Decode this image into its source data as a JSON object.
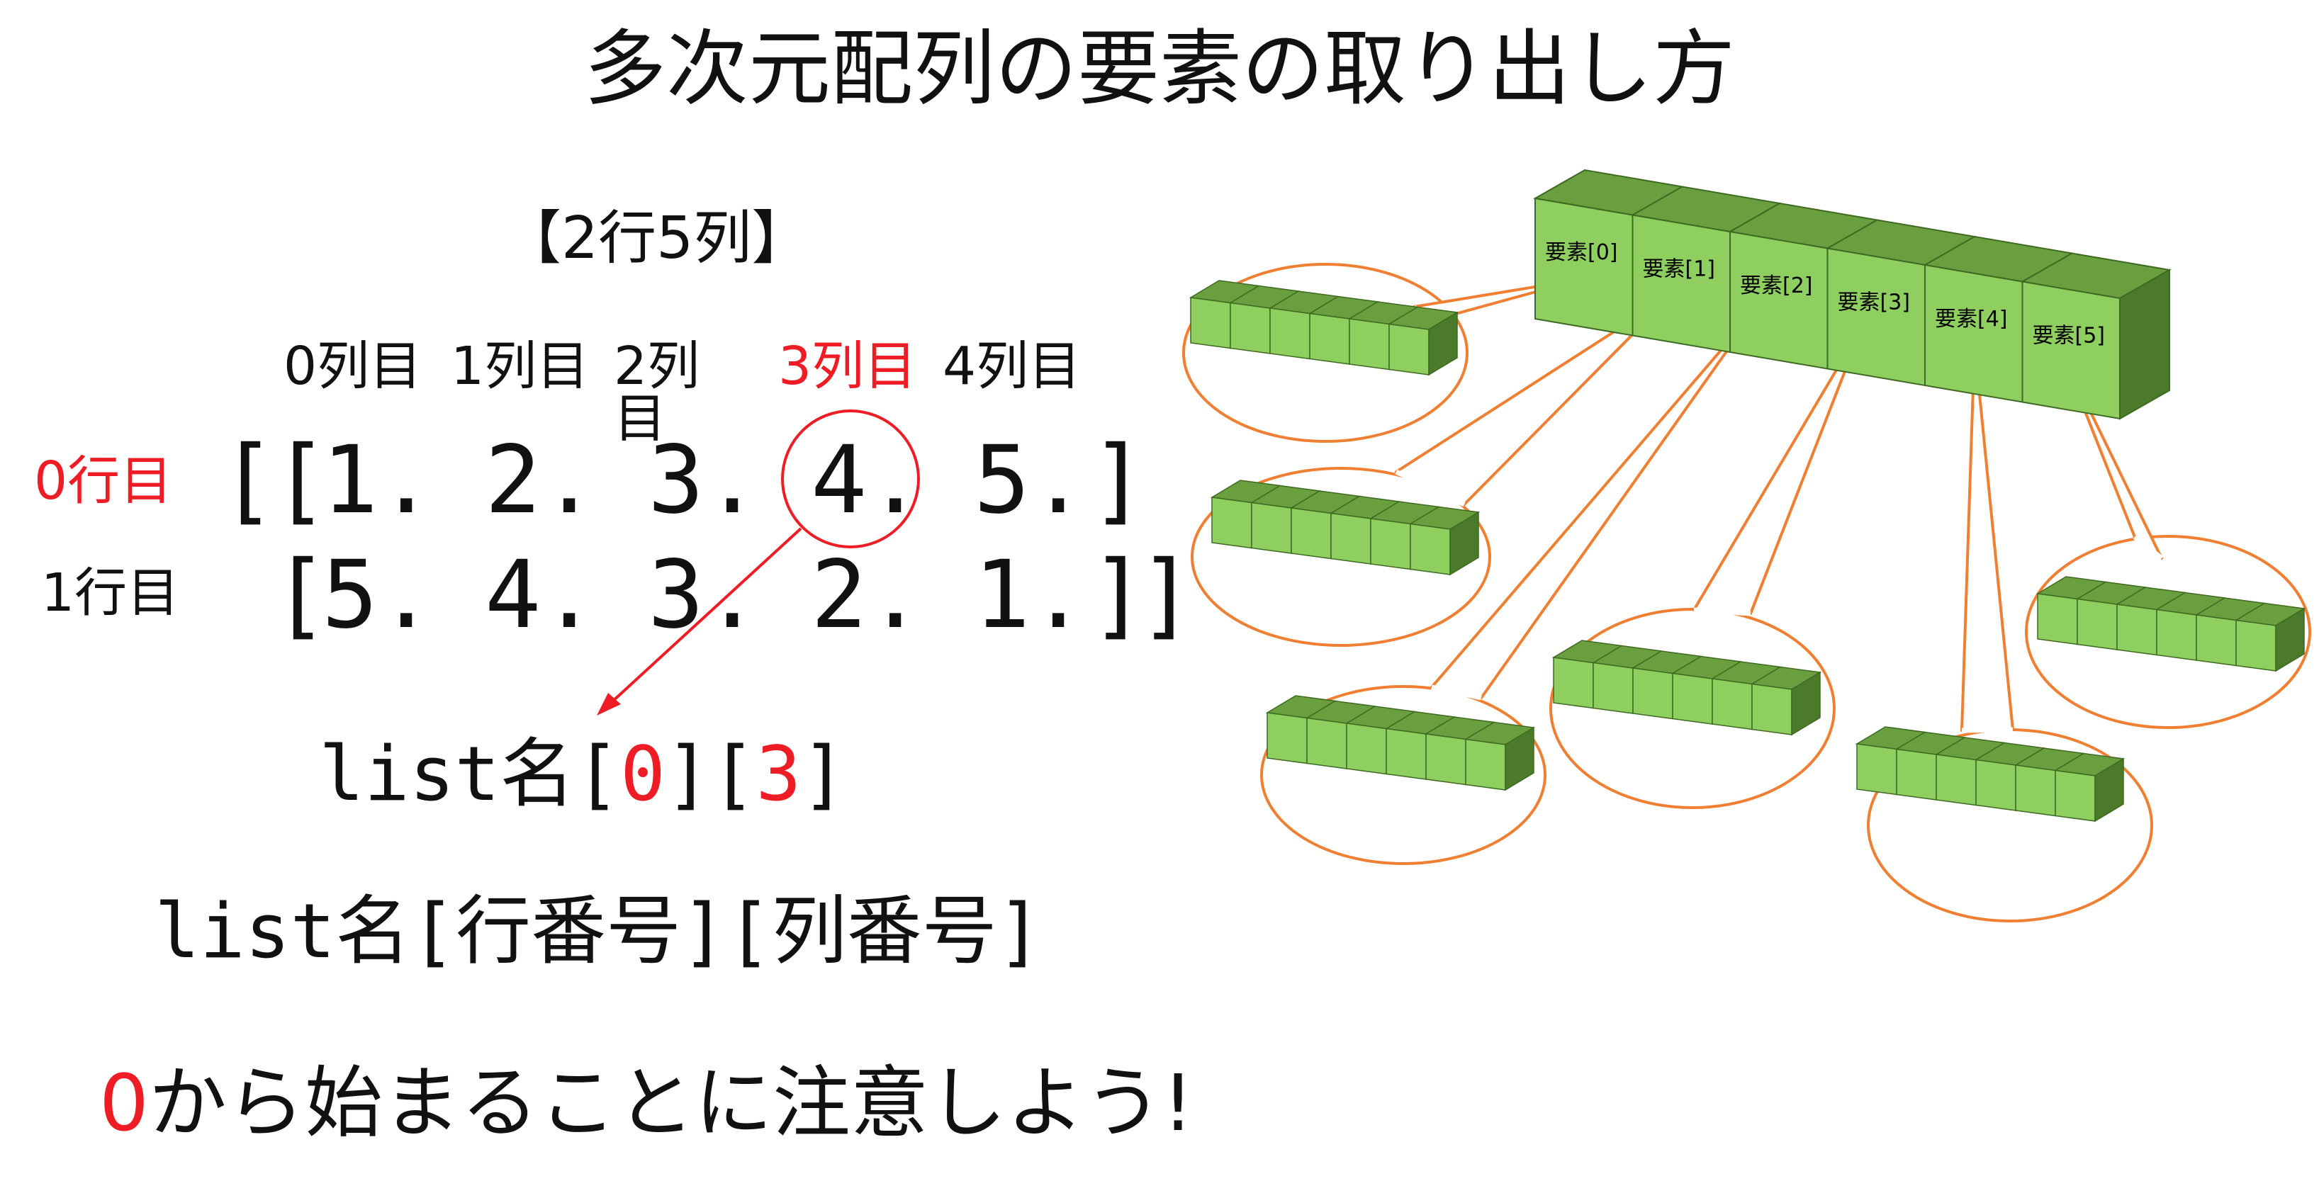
{
  "title": "多次元配列の要素の取り出し方",
  "shape_label": "【2行5列】",
  "column_labels": [
    "0列目",
    "1列目",
    "2列目",
    "3列目",
    "4列目"
  ],
  "highlighted_column": "3列目",
  "row_labels": [
    "0行目",
    "1行目"
  ],
  "array_rows": [
    [
      "1.",
      "2.",
      "3.",
      "4.",
      "5."
    ],
    [
      "5.",
      "4.",
      "3.",
      "2.",
      "1."
    ]
  ],
  "access_example": {
    "prefix": "list名[",
    "row_index": "0",
    "middle": "][",
    "col_index": "3",
    "suffix": "]"
  },
  "access_general": "list名[行番号][列番号]",
  "zero_note": {
    "zero": "0",
    "rest": "から始まることに注意しよう!"
  },
  "element_labels": [
    "要素[0]",
    "要素[1]",
    "要素[2]",
    "要素[3]",
    "要素[4]",
    "要素[5]"
  ],
  "colors": {
    "accent_red": "#ee1c25",
    "cube_front": "#8fcf60",
    "cube_top": "#6a9f3f",
    "cube_side": "#4a7a2a",
    "callout_orange": "#ef7f32"
  }
}
